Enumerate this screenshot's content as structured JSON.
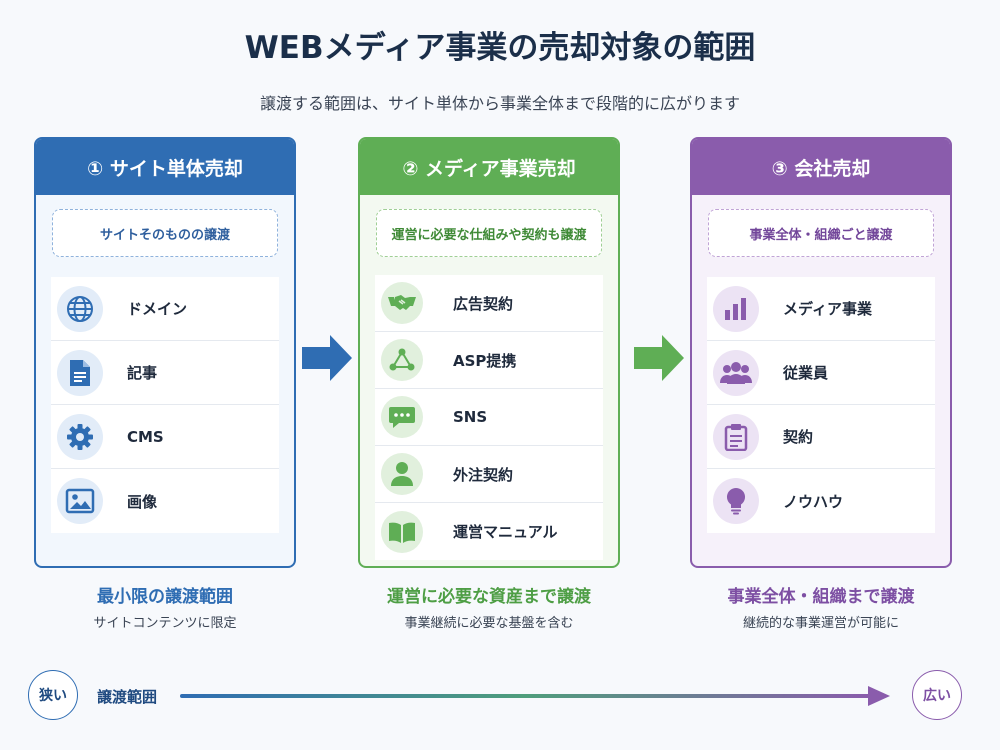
{
  "title": "WEBメディア事業の売却対象の範囲",
  "subtitle": "譲渡する範囲は、サイト単体から事業全体まで段階的に広がります",
  "colors": {
    "blue": "#2f6db3",
    "green": "#5fae55",
    "purple": "#8a5cac"
  },
  "cards": [
    {
      "header": "① サイト単体売却",
      "pill": "サイトそのものの譲渡",
      "items": [
        {
          "icon": "globe-icon",
          "label": "ドメイン"
        },
        {
          "icon": "document-icon",
          "label": "記事"
        },
        {
          "icon": "gear-icon",
          "label": "CMS"
        },
        {
          "icon": "image-icon",
          "label": "画像"
        }
      ],
      "footer_title": "最小限の譲渡範囲",
      "footer_sub": "サイトコンテンツに限定"
    },
    {
      "header": "② メディア事業売却",
      "pill": "運営に必要な仕組みや契約も譲渡",
      "items": [
        {
          "icon": "handshake-icon",
          "label": "広告契約"
        },
        {
          "icon": "network-icon",
          "label": "ASP提携"
        },
        {
          "icon": "chat-bubble-icon",
          "label": "SNS"
        },
        {
          "icon": "person-icon",
          "label": "外注契約"
        },
        {
          "icon": "book-icon",
          "label": "運営マニュアル"
        }
      ],
      "footer_title": "運営に必要な資産まで譲渡",
      "footer_sub": "事業継続に必要な基盤を含む"
    },
    {
      "header": "③ 会社売却",
      "pill": "事業全体・組織ごと譲渡",
      "items": [
        {
          "icon": "bar-chart-icon",
          "label": "メディア事業"
        },
        {
          "icon": "team-icon",
          "label": "従業員"
        },
        {
          "icon": "clipboard-icon",
          "label": "契約"
        },
        {
          "icon": "lightbulb-icon",
          "label": "ノウハウ"
        }
      ],
      "footer_title": "事業全体・組織まで譲渡",
      "footer_sub": "継続的な事業運営が可能に"
    }
  ],
  "scale": {
    "narrow": "狭い",
    "label": "譲渡範囲",
    "wide": "広い"
  }
}
